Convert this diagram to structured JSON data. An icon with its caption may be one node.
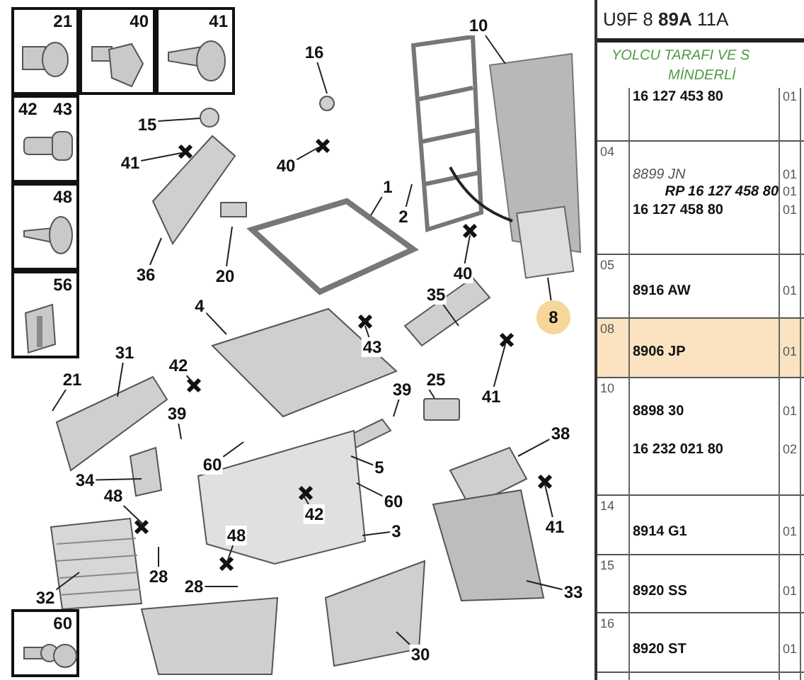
{
  "diagram": {
    "title": "U9F 8 **89A** 11A",
    "nodes": [
      {
        "text": [
          "21"
        ]
      },
      {
        "text": [
          "40"
        ]
      },
      {
        "text": [
          "41"
        ]
      },
      {
        "text": [
          "42",
          "43"
        ]
      },
      {
        "text": [
          "48"
        ]
      },
      {
        "text": [
          "56"
        ]
      },
      {
        "text": [
          "60"
        ]
      },
      {
        "text": [
          "10"
        ]
      },
      {
        "text": [
          "16"
        ]
      },
      {
        "text": [
          "15"
        ]
      },
      {
        "text": [
          "41"
        ]
      },
      {
        "text": [
          "40"
        ]
      },
      {
        "text": [
          "1"
        ]
      },
      {
        "text": [
          "2"
        ]
      },
      {
        "text": [
          "36"
        ]
      },
      {
        "text": [
          "20"
        ]
      },
      {
        "text": [
          "40"
        ]
      },
      {
        "text": [
          "35"
        ]
      },
      {
        "text": [
          "8"
        ]
      },
      {
        "text": [
          "4"
        ]
      },
      {
        "text": [
          "43"
        ]
      },
      {
        "text": [
          "31"
        ]
      },
      {
        "text": [
          "42"
        ]
      },
      {
        "text": [
          "21"
        ]
      },
      {
        "text": [
          "41"
        ]
      },
      {
        "text": [
          "39"
        ]
      },
      {
        "text": [
          "39"
        ]
      },
      {
        "text": [
          "25"
        ]
      },
      {
        "text": [
          "38"
        ]
      },
      {
        "text": [
          "60"
        ]
      },
      {
        "text": [
          "5"
        ]
      },
      {
        "text": [
          "34"
        ]
      },
      {
        "text": [
          "48"
        ]
      },
      {
        "text": [
          "42"
        ]
      },
      {
        "text": [
          "60"
        ]
      },
      {
        "text": [
          "41"
        ]
      },
      {
        "text": [
          "3"
        ]
      },
      {
        "text": [
          "48"
        ]
      },
      {
        "text": [
          "28"
        ]
      },
      {
        "text": [
          "28"
        ]
      },
      {
        "text": [
          "32"
        ]
      },
      {
        "text": [
          "33"
        ]
      },
      {
        "text": [
          "30"
        ]
      },
      {
        "text": [],
        "shape": "circle"
      },
      {
        "text": [],
        "shape": "box"
      }
    ],
    "edges": [
      {
        "from": 7,
        "to": null,
        "arrow": "none"
      },
      {
        "from": 8,
        "to": null,
        "arrow": "none"
      },
      {
        "from": 9,
        "to": 43,
        "arrow": "none"
      },
      {
        "from": 10,
        "to": null,
        "arrow": "none"
      },
      {
        "from": 11,
        "to": null,
        "arrow": "none"
      },
      {
        "from": 12,
        "to": null,
        "arrow": "none"
      },
      {
        "from": 13,
        "to": null,
        "arrow": "none"
      },
      {
        "from": 14,
        "to": null,
        "arrow": "none"
      },
      {
        "from": 15,
        "to": null,
        "arrow": "none"
      },
      {
        "from": 16,
        "to": null,
        "arrow": "none"
      },
      {
        "from": 17,
        "to": null,
        "arrow": "none"
      },
      {
        "from": 18,
        "to": null,
        "arrow": "none"
      },
      {
        "from": 19,
        "to": null,
        "arrow": "none"
      },
      {
        "from": 20,
        "to": null,
        "arrow": "none"
      },
      {
        "from": 21,
        "to": null,
        "arrow": "none"
      },
      {
        "from": 22,
        "to": null,
        "arrow": "none"
      },
      {
        "from": 23,
        "to": null,
        "arrow": "none"
      },
      {
        "from": 24,
        "to": null,
        "arrow": "none"
      },
      {
        "from": 25,
        "to": null,
        "arrow": "none"
      },
      {
        "from": 26,
        "to": null,
        "arrow": "none"
      },
      {
        "from": 27,
        "to": 44,
        "arrow": "none"
      },
      {
        "from": 28,
        "to": null,
        "arrow": "none"
      },
      {
        "from": 29,
        "to": null,
        "arrow": "none"
      },
      {
        "from": 30,
        "to": null,
        "arrow": "none"
      },
      {
        "from": 31,
        "to": null,
        "arrow": "none"
      },
      {
        "from": 32,
        "to": null,
        "arrow": "none"
      },
      {
        "from": 33,
        "to": null,
        "arrow": "none"
      },
      {
        "from": 34,
        "to": null,
        "arrow": "none"
      },
      {
        "from": 35,
        "to": null,
        "arrow": "none"
      },
      {
        "from": 36,
        "to": null,
        "arrow": "none"
      },
      {
        "from": 37,
        "to": null,
        "arrow": "none"
      },
      {
        "from": 38,
        "to": null,
        "arrow": "none"
      },
      {
        "from": 39,
        "to": null,
        "arrow": "none"
      },
      {
        "from": 40,
        "to": null,
        "arrow": "none"
      },
      {
        "from": 41,
        "to": null,
        "arrow": "none"
      },
      {
        "from": 42,
        "to": null,
        "arrow": "none"
      }
    ],
    "labels": [
      "YOLCU TARAFI VE S",
      "MİNDERLİ",
      "16 127 453 80",
      "01",
      "04",
      "8899 JN",
      "01",
      "RP 16 127 458 80",
      "01",
      "16 127 458 80",
      "01",
      "05",
      "8916 AW",
      "01",
      "08",
      "8906 JP",
      "01",
      "10",
      "8898 30",
      "01",
      "16 232 021 80",
      "02",
      "14",
      "8914 G1",
      "01",
      "15",
      "8920 SS",
      "01",
      "16",
      "8920 ST",
      "01"
    ]
  }
}
